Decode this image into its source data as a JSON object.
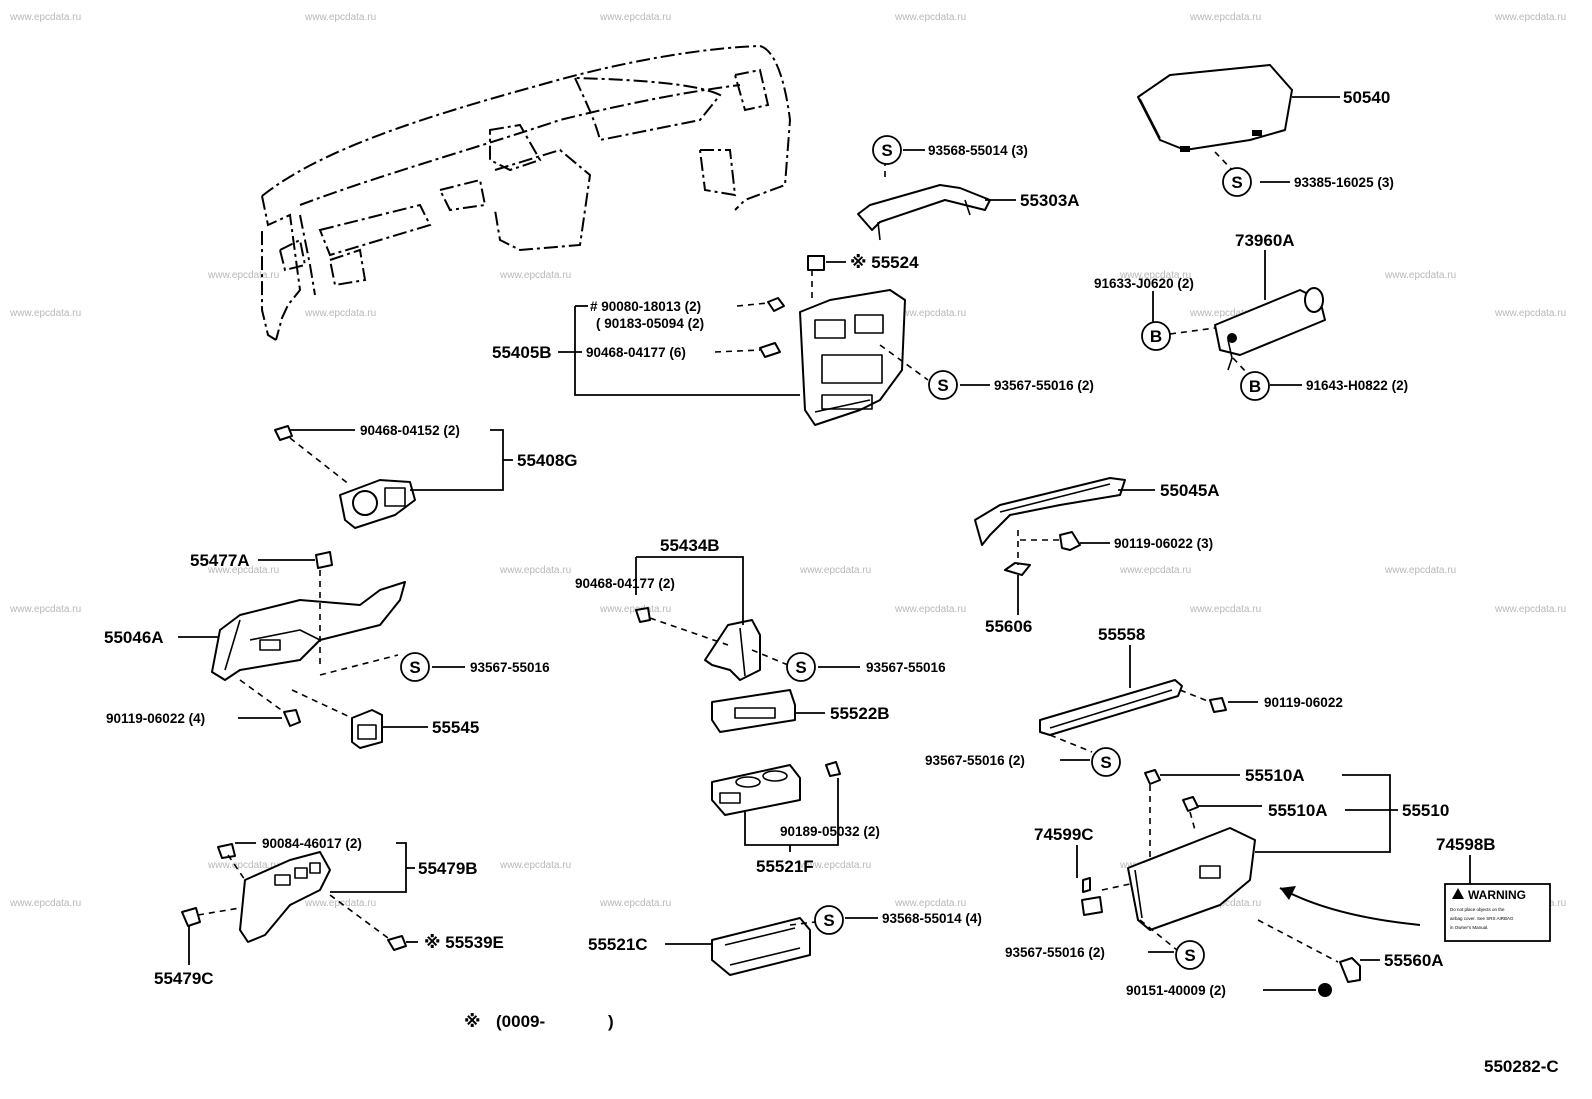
{
  "watermark": "www.epcdata.ru",
  "diagram_code": "550282-C",
  "footnote": {
    "symbol": "※",
    "text": "(0009-",
    "close": ")"
  },
  "circle_letters": {
    "s": "S",
    "b": "B"
  },
  "labels": {
    "p50540": "50540",
    "p93385": "93385-16025 (3)",
    "p93568a": "93568-55014 (3)",
    "p55303A": "55303A",
    "p55524": "※ 55524",
    "p73960A": "73960A",
    "p91633": "91633-J0620 (2)",
    "p91643": "91643-H0822 (2)",
    "p90080": "# 90080-18013 (2)",
    "p90183": "( 90183-05094 (2)",
    "p55405B": "55405B",
    "p90468_6": "90468-04177 (6)",
    "p93567_2a": "93567-55016 (2)",
    "p90468_04152": "90468-04152 (2)",
    "p55408G": "55408G",
    "p55045A": "55045A",
    "p90119_3": "90119-06022 (3)",
    "p55606": "55606",
    "p55477A": "55477A",
    "p55046A": "55046A",
    "p93567_l": "93567-55016",
    "p90119_4": "90119-06022 (4)",
    "p55545": "55545",
    "p55434B": "55434B",
    "p90468_2": "90468-04177 (2)",
    "p93567_m": "93567-55016",
    "p55522B": "55522B",
    "p90189": "90189-05032 (2)",
    "p55521F": "55521F",
    "p55558": "55558",
    "p90119_r": "90119-06022",
    "p93567_2b": "93567-55016 (2)",
    "p55510A_a": "55510A",
    "p55510A_b": "55510A",
    "p55510": "55510",
    "p74599C": "74599C",
    "p74598B": "74598B",
    "p90084": "90084-46017 (2)",
    "p55479B": "55479B",
    "p55479C": "55479C",
    "p55539E": "※ 55539E",
    "p93568b": "93568-55014 (4)",
    "p55521C": "55521C",
    "p93567_2c": "93567-55016 (2)",
    "p55560A": "55560A",
    "p90151": "90151-40009 (2)"
  },
  "warning_label": {
    "title": "WARNING",
    "lines": [
      "Do not place objects on the",
      "airbag cover. See SRS AIRBAG",
      "in Owner's Manual."
    ]
  }
}
